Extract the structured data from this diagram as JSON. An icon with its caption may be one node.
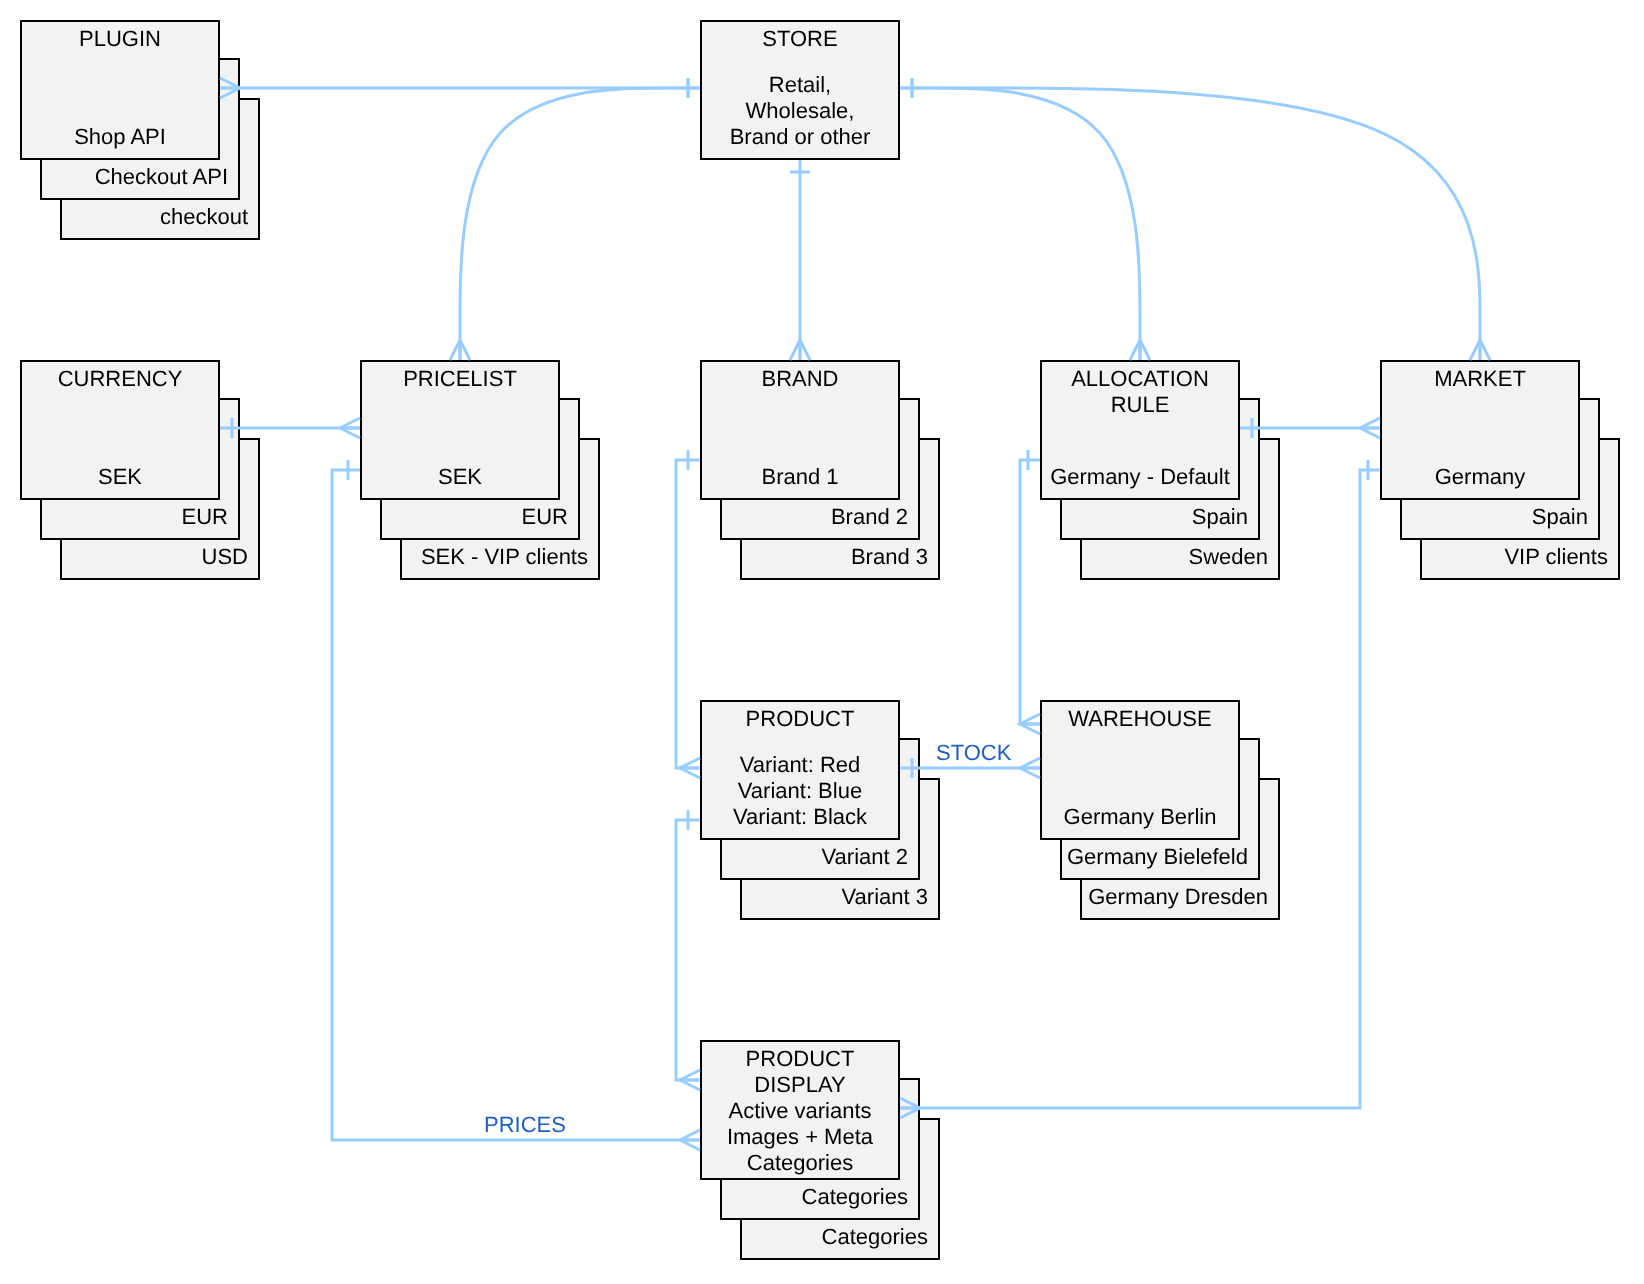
{
  "diagram": {
    "nodes": [
      {
        "text": [
          "PLUGIN",
          "Shop API"
        ]
      },
      {
        "text": [
          "Checkout API"
        ]
      },
      {
        "text": [
          "checkout"
        ]
      },
      {
        "text": [
          "STORE",
          "Retail, Wholesale, Brand or other"
        ]
      },
      {
        "text": [
          "CURRENCY",
          "SEK"
        ]
      },
      {
        "text": [
          "EUR"
        ]
      },
      {
        "text": [
          "USD"
        ]
      },
      {
        "text": [
          "PRICELIST",
          "SEK"
        ]
      },
      {
        "text": [
          "EUR"
        ]
      },
      {
        "text": [
          "SEK - VIP clients"
        ]
      },
      {
        "text": [
          "BRAND",
          "Brand 1"
        ]
      },
      {
        "text": [
          "Brand 2"
        ]
      },
      {
        "text": [
          "Brand 3"
        ]
      },
      {
        "text": [
          "ALLOCATION RULE",
          "Germany - Default"
        ]
      },
      {
        "text": [
          "Spain"
        ]
      },
      {
        "text": [
          "Sweden"
        ]
      },
      {
        "text": [
          "MARKET",
          "Germany"
        ]
      },
      {
        "text": [
          "Spain"
        ]
      },
      {
        "text": [
          "VIP clients"
        ]
      },
      {
        "text": [
          "PRODUCT",
          "Variant: Red Variant: Blue Variant: Black"
        ]
      },
      {
        "text": [
          "Variant 2"
        ]
      },
      {
        "text": [
          "Variant 3"
        ]
      },
      {
        "text": [
          "WAREHOUSE",
          "Germany Berlin"
        ]
      },
      {
        "text": [
          "Germany Bielefeld"
        ]
      },
      {
        "text": [
          "Germany Dresden"
        ]
      },
      {
        "text": [
          "PRODUCT DISPLAY",
          "Active variants Images + Meta Categories"
        ]
      },
      {
        "text": [
          "Categories"
        ]
      },
      {
        "text": [
          "Categories"
        ]
      }
    ],
    "edges": [
      {
        "from": 3,
        "to": 0,
        "arrow": "other"
      },
      {
        "from": 3,
        "to": 7,
        "arrow": "other"
      },
      {
        "from": 3,
        "to": 10,
        "arrow": "other"
      },
      {
        "from": 3,
        "to": 13,
        "arrow": "other"
      },
      {
        "from": 3,
        "to": 16,
        "arrow": "other"
      },
      {
        "from": 4,
        "to": 7,
        "arrow": "other"
      },
      {
        "from": 13,
        "to": 16,
        "arrow": "other"
      },
      {
        "from": 10,
        "to": 19,
        "arrow": "other"
      },
      {
        "from": 13,
        "to": 22,
        "arrow": "other"
      },
      {
        "from": 19,
        "to": 22,
        "arrow": "other",
        "label": "STOCK"
      },
      {
        "from": 19,
        "to": 25,
        "arrow": "other"
      },
      {
        "from": 7,
        "to": 25,
        "arrow": "other",
        "label": "PRICES"
      },
      {
        "from": 16,
        "to": 25,
        "arrow": "other"
      }
    ]
  }
}
